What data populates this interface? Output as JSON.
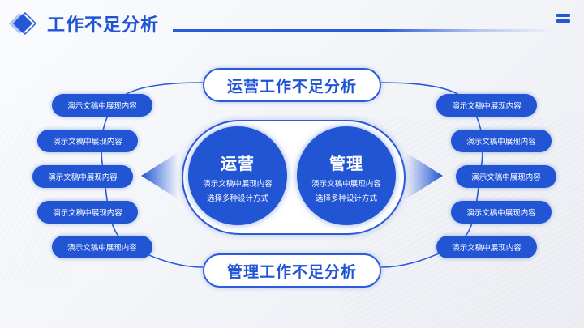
{
  "header": {
    "title": "工作不足分析",
    "logo_icon": "diamond-logo-icon",
    "menu_icon": "menu-icon"
  },
  "colors": {
    "primary": "#2155d4",
    "title": "#1f54d6",
    "background": "#f3f5f9"
  },
  "top_label": "运营工作不足分析",
  "bottom_label": "管理工作不足分析",
  "center": {
    "left": {
      "title": "运营",
      "line1": "演示文稿中展现内容",
      "line2": "选择多种设计方式"
    },
    "right": {
      "title": "管理",
      "line1": "演示文稿中展现内容",
      "line2": "选择多种设计方式"
    }
  },
  "left_items": [
    {
      "label": "演示文稿中展现内容"
    },
    {
      "label": "演示文稿中展现内容"
    },
    {
      "label": "演示文稿中展现内容"
    },
    {
      "label": "演示文稿中展现内容"
    },
    {
      "label": "演示文稿中展现内容"
    }
  ],
  "right_items": [
    {
      "label": "演示文稿中展现内容"
    },
    {
      "label": "演示文稿中展现内容"
    },
    {
      "label": "演示文稿中展现内容"
    },
    {
      "label": "演示文稿中展现内容"
    },
    {
      "label": "演示文稿中展现内容"
    }
  ]
}
